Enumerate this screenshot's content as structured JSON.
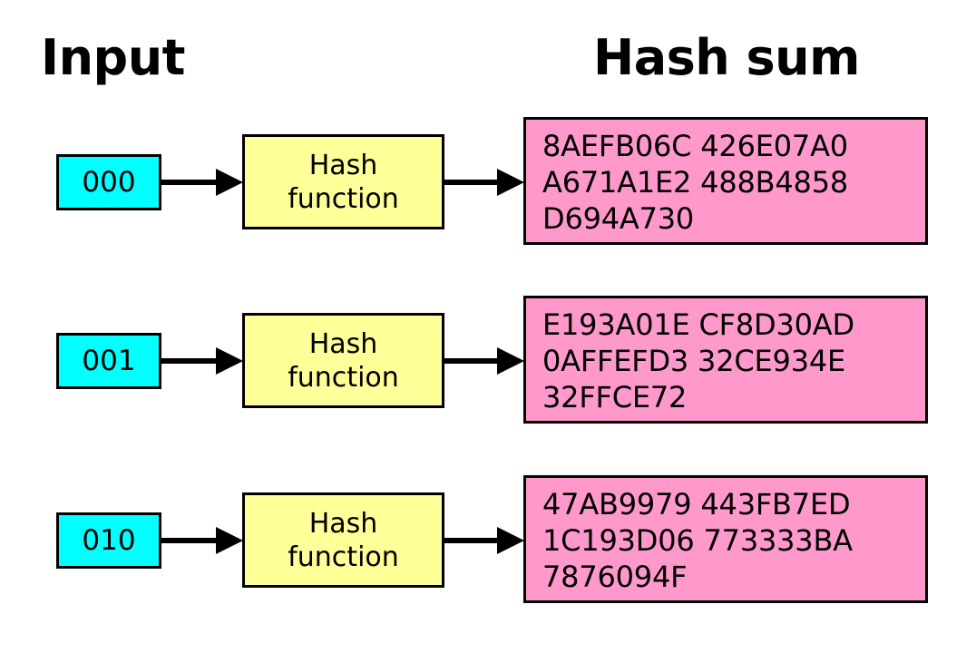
{
  "headings": {
    "input": "Input",
    "hash_sum": "Hash sum"
  },
  "colors": {
    "input_box": "#00FFFF",
    "function_box": "#FFFF99",
    "hash_box": "#FF99CC",
    "stroke": "#000000",
    "background": "#FFFFFF"
  },
  "function_label": {
    "line1": "Hash",
    "line2": "function"
  },
  "rows": [
    {
      "input": "000",
      "hash_lines": [
        "8AEFB06C 426E07A0",
        "A671A1E2 488B4858",
        "D694A730"
      ]
    },
    {
      "input": "001",
      "hash_lines": [
        "E193A01E CF8D30AD",
        "0AFFEFD3 32CE934E",
        "32FFCE72"
      ]
    },
    {
      "input": "010",
      "hash_lines": [
        "47AB9979 443FB7ED",
        "1C193D06 773333BA",
        "7876094F"
      ]
    }
  ]
}
